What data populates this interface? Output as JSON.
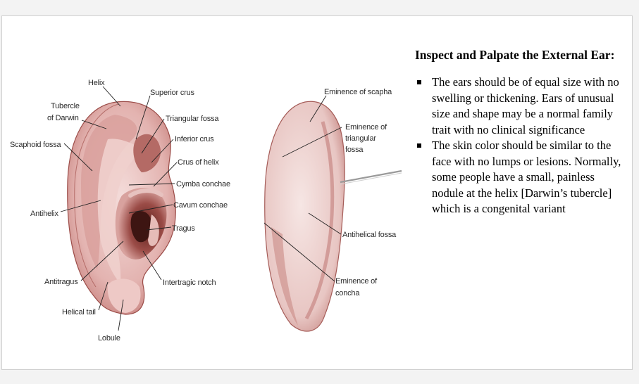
{
  "left_ear_labels": {
    "helix": "Helix",
    "superior_crus": "Superior crus",
    "tubercle_line1": "Tubercle",
    "tubercle_line2": "of Darwin",
    "triangular_fossa": "Triangular fossa",
    "inferior_crus": "Inferior crus",
    "scaphoid_fossa": "Scaphoid fossa",
    "crus_of_helix": "Crus of helix",
    "cymba_conchae": "Cymba conchae",
    "cavum_conchae": "Cavum conchae",
    "antihelix": "Antihelix",
    "tragus": "Tragus",
    "antitragus": "Antitragus",
    "intertragic_notch": "Intertragic notch",
    "helical_tail": "Helical tail",
    "lobule": "Lobule"
  },
  "right_ear_labels": {
    "eminence_scapha": "Eminence of scapha",
    "eminence_triangular_line1": "Eminence of",
    "eminence_triangular_line2": "triangular",
    "eminence_triangular_line3": "fossa",
    "antihelical_fossa": "Antihelical fossa",
    "eminence_concha_line1": "Eminence of",
    "eminence_concha_line2": "concha"
  },
  "text_panel": {
    "heading": "Inspect and Palpate the External Ear:",
    "bullets": [
      "The ears should be of equal size with no swelling or thickening. Ears of unusual size and shape may be a normal family trait with no clinical significance",
      "The skin color should be similar to the face with no lumps or lesions. Normally, some people have a small, painless nodule at the helix [Darwin’s tubercle] which is a congenital variant"
    ]
  },
  "colors": {
    "ear_outer": "#e9c3c1",
    "ear_mid": "#c98a86",
    "ear_deep": "#8e3a36",
    "ear_canal": "#3d1512"
  }
}
